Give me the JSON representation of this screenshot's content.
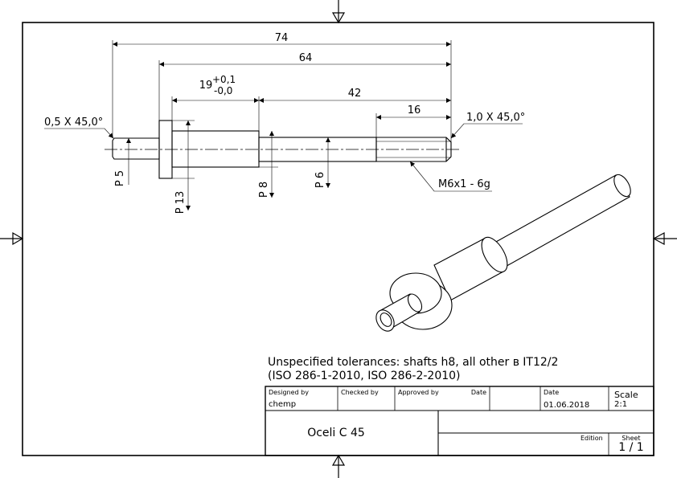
{
  "dimensions": {
    "overall_length": "74",
    "length_64": "64",
    "length_19": "19",
    "tol_upper": "+0,1",
    "tol_lower": "-0,0",
    "length_42": "42",
    "thread_length": "16",
    "chamfer_left": "0,5 X 45,0°",
    "chamfer_right": "1,0 X 45,0°",
    "dia_p5": "P 5",
    "dia_p13": "P 13",
    "dia_p8": "P 8",
    "dia_p6": "P 6",
    "thread_callout": "M6x1 - 6g"
  },
  "notes": {
    "tolerances_line1": "Unspecified tolerances: shafts h8, all other ʙ IT12/2",
    "tolerances_line2": "(ISO 286-1-2010, ISO 286-2-2010)"
  },
  "title_block": {
    "designed_by_label": "Designed by",
    "checked_by_label": "Checked by",
    "approved_by_label": "Approved by",
    "date_label_1": "Date",
    "date_label_2": "Date",
    "scale_label": "Scale",
    "designer": "chemp",
    "date_value": "01.06.2018",
    "scale_value": "2:1",
    "material": "Oceli C 45",
    "edition_label": "Edition",
    "sheet_label": "Sheet",
    "sheet_value": "1 / 1"
  }
}
